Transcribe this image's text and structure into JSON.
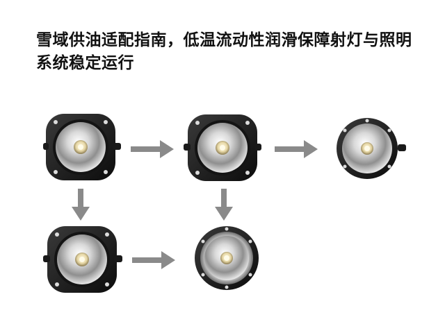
{
  "title": "雪域供油适配指南，低温流动性润滑保障射灯与照明系统稳定运行",
  "colors": {
    "background": "#ffffff",
    "title_text": "#111111",
    "arrow": "#8a8a8a",
    "lamp_housing": "#1c1c1c",
    "reflector": "#c9c9c9"
  },
  "items": [
    {
      "name": "lamp-1",
      "icon": "round-work-light-icon",
      "style": "square-flange"
    },
    {
      "name": "lamp-2",
      "icon": "round-work-light-icon",
      "style": "square-flange"
    },
    {
      "name": "lamp-3",
      "icon": "round-work-light-icon",
      "style": "round-ring"
    },
    {
      "name": "lamp-4",
      "icon": "round-work-light-icon",
      "style": "square-flange"
    },
    {
      "name": "lamp-5",
      "icon": "round-work-light-icon",
      "style": "round-ring-bezel"
    }
  ],
  "arrows": [
    "arrow-right-icon",
    "arrow-right-icon",
    "arrow-right-icon",
    "arrow-down-icon",
    "arrow-down-icon"
  ]
}
